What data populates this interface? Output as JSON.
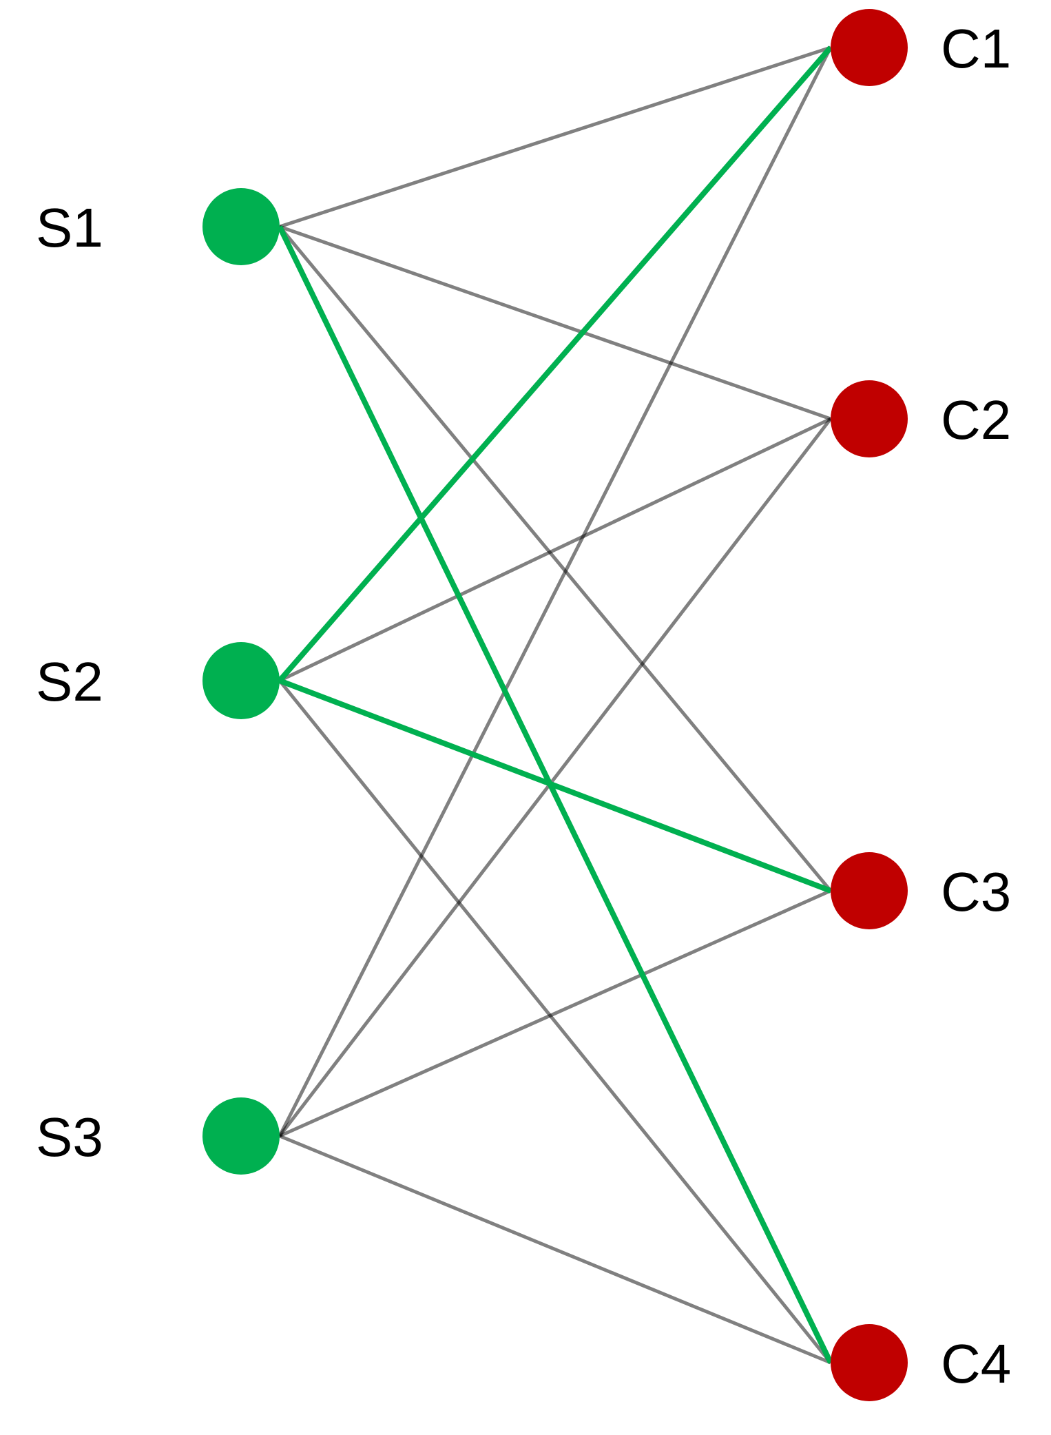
{
  "colors": {
    "source": "#00B050",
    "consumer": "#C00000",
    "edge": "#808080",
    "highlight": "#00B050"
  },
  "sources": [
    {
      "id": "S1",
      "label": "S1"
    },
    {
      "id": "S2",
      "label": "S2"
    },
    {
      "id": "S3",
      "label": "S3"
    }
  ],
  "consumers": [
    {
      "id": "C1",
      "label": "C1"
    },
    {
      "id": "C2",
      "label": "C2"
    },
    {
      "id": "C3",
      "label": "C3"
    },
    {
      "id": "C4",
      "label": "C4"
    }
  ],
  "edges": [
    {
      "from": "S1",
      "to": "C1",
      "highlight": false
    },
    {
      "from": "S1",
      "to": "C2",
      "highlight": false
    },
    {
      "from": "S1",
      "to": "C3",
      "highlight": false
    },
    {
      "from": "S1",
      "to": "C4",
      "highlight": true
    },
    {
      "from": "S2",
      "to": "C1",
      "highlight": true
    },
    {
      "from": "S2",
      "to": "C2",
      "highlight": false
    },
    {
      "from": "S2",
      "to": "C3",
      "highlight": true
    },
    {
      "from": "S2",
      "to": "C4",
      "highlight": false
    },
    {
      "from": "S3",
      "to": "C1",
      "highlight": false
    },
    {
      "from": "S3",
      "to": "C2",
      "highlight": false
    },
    {
      "from": "S3",
      "to": "C3",
      "highlight": false
    },
    {
      "from": "S3",
      "to": "C4",
      "highlight": false
    }
  ]
}
